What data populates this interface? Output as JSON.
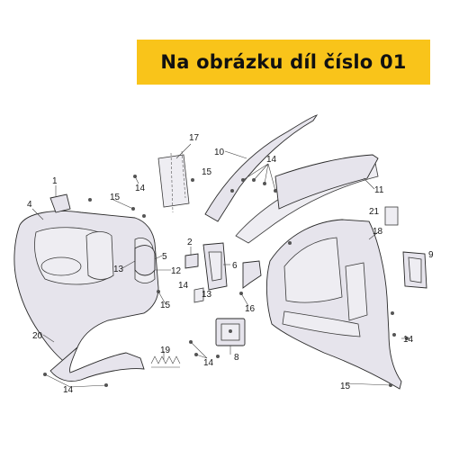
{
  "banner": {
    "title": "Na obrázku díl číslo 01"
  },
  "callouts": [
    {
      "id": "c1",
      "text": "1"
    },
    {
      "id": "c2",
      "text": "2"
    },
    {
      "id": "c4",
      "text": "4"
    },
    {
      "id": "c5",
      "text": "5"
    },
    {
      "id": "c6",
      "text": "6"
    },
    {
      "id": "c8",
      "text": "8"
    },
    {
      "id": "c9",
      "text": "9"
    },
    {
      "id": "c10",
      "text": "10"
    },
    {
      "id": "c11",
      "text": "11"
    },
    {
      "id": "c12",
      "text": "12"
    },
    {
      "id": "c13",
      "text": "13"
    },
    {
      "id": "c13b",
      "text": "13"
    },
    {
      "id": "c14a",
      "text": "14"
    },
    {
      "id": "c14b",
      "text": "14"
    },
    {
      "id": "c14c",
      "text": "14"
    },
    {
      "id": "c14d",
      "text": "14"
    },
    {
      "id": "c14e",
      "text": "14"
    },
    {
      "id": "c14f",
      "text": "14"
    },
    {
      "id": "c15a",
      "text": "15"
    },
    {
      "id": "c15b",
      "text": "15"
    },
    {
      "id": "c15c",
      "text": "15"
    },
    {
      "id": "c15d",
      "text": "15"
    },
    {
      "id": "c16",
      "text": "16"
    },
    {
      "id": "c17",
      "text": "17"
    },
    {
      "id": "c18",
      "text": "18"
    },
    {
      "id": "c19",
      "text": "19"
    },
    {
      "id": "c20",
      "text": "20"
    },
    {
      "id": "c21",
      "text": "21"
    }
  ]
}
